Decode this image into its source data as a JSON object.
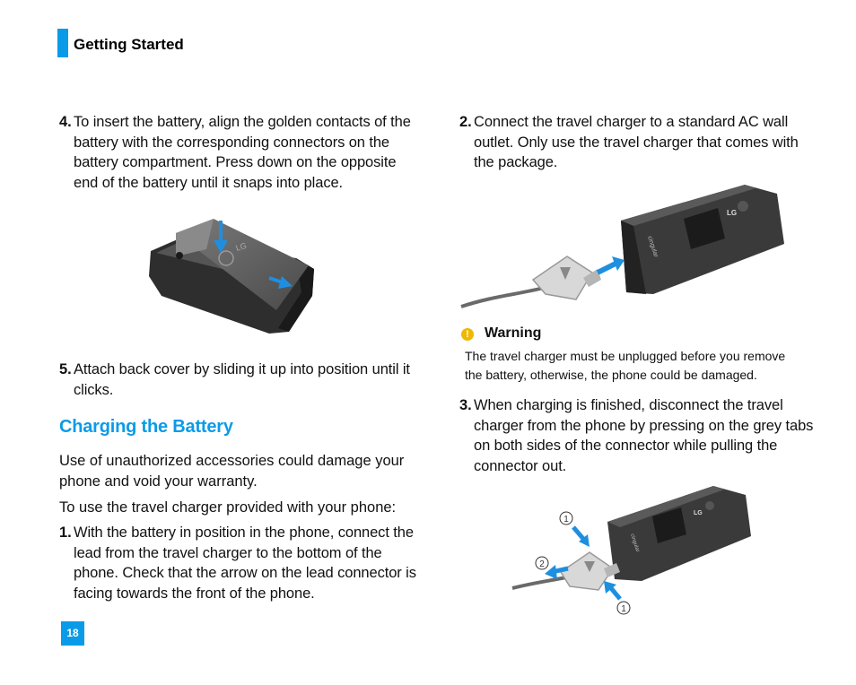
{
  "header": {
    "title": "Getting Started"
  },
  "left": {
    "step4": {
      "num": "4.",
      "text": "To insert the battery, align the golden contacts of the battery with the corresponding connectors on the battery compartment. Press down on the opposite end of the battery until it snaps into place."
    },
    "step5": {
      "num": "5.",
      "text": "Attach back cover by sliding it up into position until it clicks."
    },
    "section_title": "Charging the Battery",
    "para1": "Use of unauthorized accessories could damage your phone and void your warranty.",
    "para2": "To use the travel charger provided with your phone:",
    "step1": {
      "num": "1.",
      "text": "With the battery in position in the phone, connect the lead from the travel charger to the bottom of the phone. Check that the arrow on the lead connector is facing towards the front of the phone."
    }
  },
  "right": {
    "step2": {
      "num": "2.",
      "text": "Connect the travel charger to a standard AC wall outlet. Only use the travel charger that comes with the package."
    },
    "warning": {
      "icon": "!",
      "title": "Warning",
      "text": "The travel charger must be unplugged before you remove the battery, otherwise, the phone could be damaged."
    },
    "step3": {
      "num": "3.",
      "text": "When charging is finished, disconnect the travel charger from the phone by pressing on the grey tabs on both sides of the connector while pulling the connector out."
    }
  },
  "illustrations": {
    "battery_logo": "LG",
    "phone_logo": "LG",
    "phone_carrier": "cingular",
    "callout_tab": "1",
    "callout_pull": "2"
  },
  "footer": {
    "page_number": "18"
  },
  "colors": {
    "accent": "#0a9be8",
    "warning": "#f0b800",
    "arrow": "#1e8fe0"
  }
}
